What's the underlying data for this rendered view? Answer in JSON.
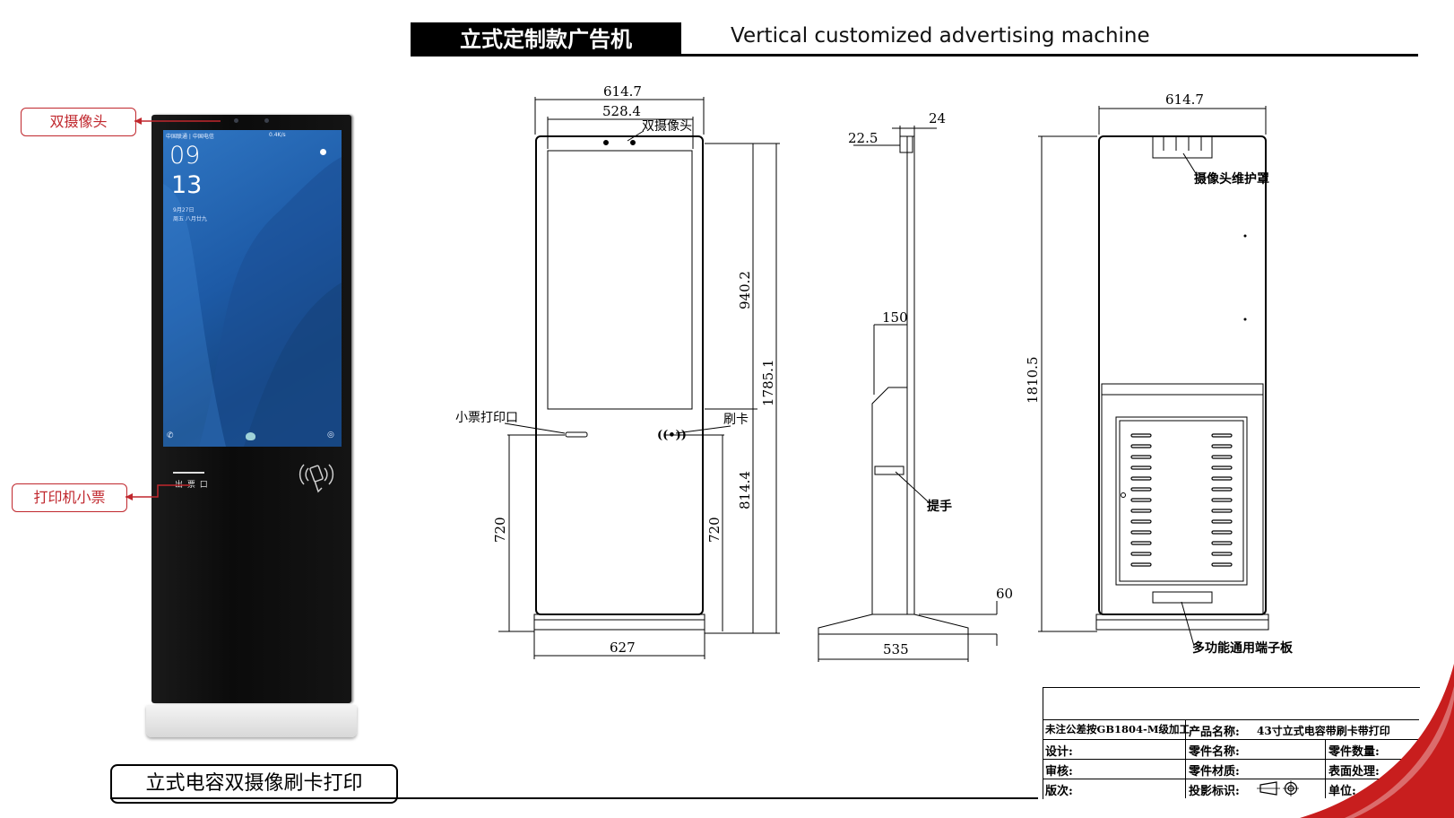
{
  "header": {
    "title_cn": "立式定制款广告机",
    "title_en": "Vertical customized advertising machine"
  },
  "photo": {
    "callout_camera": "双摄像头",
    "callout_printer": "打印机小票",
    "status_left": "中国联通 | 中国电信",
    "status_right": "0.4K/s",
    "clock_hour": "09",
    "clock_minute": "13",
    "date_line1": "9月27日",
    "date_line2": "周五 八月廿九",
    "slot_label": "出 票 口",
    "caption": "立式电容双摄像刷卡打印"
  },
  "front_view": {
    "outer_width": "614.7",
    "inner_width": "528.4",
    "camera_label": "双摄像头",
    "screen_height": "940.2",
    "total_height": "1785.1",
    "lower_height": "814.4",
    "printer_label": "小票打印口",
    "card_label": "刷卡",
    "left_720": "720",
    "right_720": "720",
    "base_width": "627"
  },
  "side_view": {
    "top_thickness": "24",
    "top_offset": "22.5",
    "depth_150": "150",
    "handle_label": "提手",
    "base_gap": "60",
    "base_width": "535"
  },
  "back_view": {
    "width": "614.7",
    "height": "1810.5",
    "camera_cover_label": "摄像头维护罩",
    "terminal_label": "多功能通用端子板"
  },
  "title_block": {
    "tolerance": "未注公差按GB1804-M级加工",
    "product_name_label": "产品名称:",
    "product_name": "43寸立式电容带刷卡带打印",
    "design": "设计:",
    "part_name": "零件名称:",
    "part_qty": "零件数量:",
    "review": "审核:",
    "material": "零件材质:",
    "surface": "表面处理:",
    "version": "版次:",
    "projection": "投影标识:",
    "unit": "单位:"
  },
  "colors": {
    "callout_red": "#c0272d",
    "corner_red": "#c81e1e",
    "screen_blue": "#1d5aa6"
  }
}
